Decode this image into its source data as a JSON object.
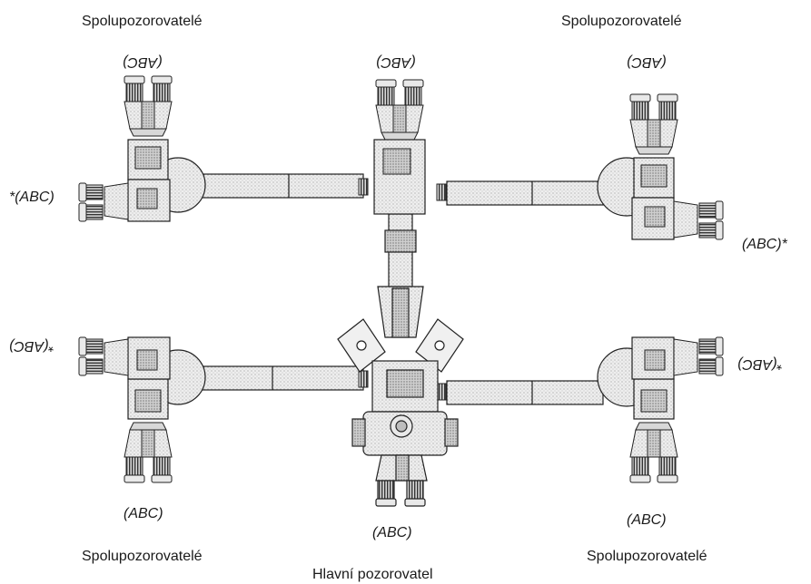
{
  "labels": {
    "top_left": "Spolupozorovatelé",
    "top_right": "Spolupozorovatelé",
    "bottom_left": "Spolupozorovatelé",
    "bottom_right": "Spolupozorovatelé",
    "main_observer": "Hlavní pozorovatel"
  },
  "codes": {
    "top_left": "(ABC)",
    "top_center": "(ABC)",
    "top_right": "(ABC)",
    "left_upper": "*(ABC)",
    "right_upper": "(ABC)*",
    "left_lower": "*(ABC)",
    "right_lower": "*(ABC)",
    "bottom_left": "(ABC)",
    "bottom_center": "(ABC)",
    "bottom_right": "(ABC)"
  },
  "colors": {
    "line": "#222222",
    "fill_light": "#e9e9e9",
    "fill_mid": "#cfcfcf",
    "fill_dark": "#9a9a9a"
  }
}
